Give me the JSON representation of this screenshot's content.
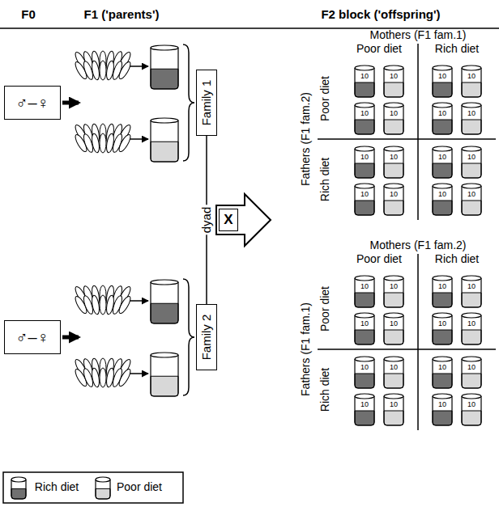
{
  "diagram": {
    "nodes": [
      {
        "text": [
          "♂–♀"
        ]
      },
      {
        "text": [
          "Family 1"
        ]
      },
      {
        "text": [
          "X"
        ]
      },
      {
        "text": [
          "♂–♀"
        ]
      },
      {
        "text": [
          "Family 2"
        ]
      }
    ],
    "edges": [
      {
        "from": 1,
        "to": 4,
        "arrow": "none",
        "label": "dyad"
      }
    ],
    "labels": [
      "F0",
      "F1 ('parents')",
      "F2 block ('offspring')",
      "Mothers (F1 fam.1)",
      "Poor diet",
      "Rich diet",
      "Fathers (F1 fam.2)",
      "Poor diet",
      "Rich diet",
      "10",
      "10",
      "10",
      "10",
      "10",
      "10",
      "10",
      "10",
      "10",
      "10",
      "10",
      "10",
      "10",
      "10",
      "10",
      "10",
      "Mothers (F1 fam.2)",
      "Poor diet",
      "Rich diet",
      "Fathers (F1 fam.1)",
      "Poor diet",
      "Rich diet",
      "10",
      "10",
      "10",
      "10",
      "10",
      "10",
      "10",
      "10",
      "10",
      "10",
      "10",
      "10",
      "10",
      "10",
      "10",
      "10"
    ],
    "legend": [
      {
        "text": "Rich diet",
        "color": "#707070"
      },
      {
        "text": "Poor diet",
        "color": "#d8d8d8"
      }
    ]
  }
}
